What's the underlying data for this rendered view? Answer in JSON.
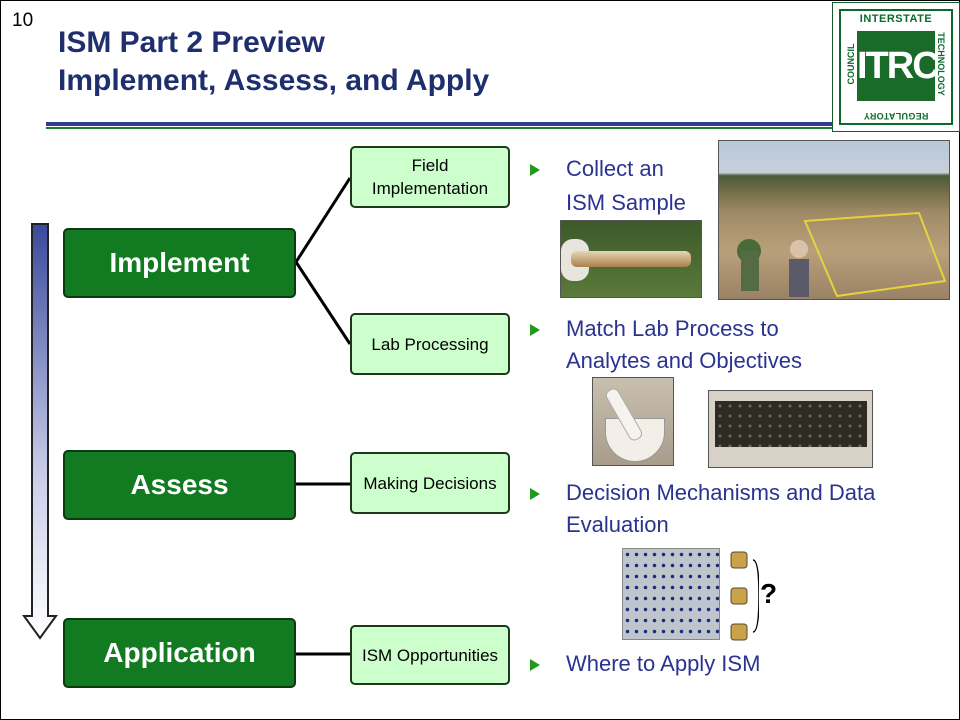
{
  "slide_number": "10",
  "title": {
    "line1": "ISM Part 2 Preview",
    "line2": "Implement, Assess, and Apply"
  },
  "logo": {
    "top_text": "INTERSTATE",
    "mark_text": "ITRC",
    "left_text": "COUNCIL",
    "right_text": "TECHNOLOGY",
    "bottom_text": "REGULATORY",
    "color": "#0a6a2a"
  },
  "phases": [
    {
      "label": "Implement"
    },
    {
      "label": "Assess"
    },
    {
      "label": "Application"
    }
  ],
  "steps": {
    "field": "Field Implementation",
    "lab": "Lab Processing",
    "decisions": "Making Decisions",
    "opportunities": "ISM Opportunities"
  },
  "bullets": {
    "b1_line1": "Collect an",
    "b1_line2": "ISM Sample",
    "b2": "Match Lab Process to Analytes and Objectives",
    "b3": "Decision Mechanisms and Data Evaluation",
    "b4": "Where to Apply ISM"
  },
  "question_mark": "?",
  "colors": {
    "title": "#1f2f6e",
    "phase_fill": "#127a20",
    "step_fill": "#ccffcc",
    "bullet_text": "#2a3390",
    "bullet_marker": "#1f9a1f"
  }
}
